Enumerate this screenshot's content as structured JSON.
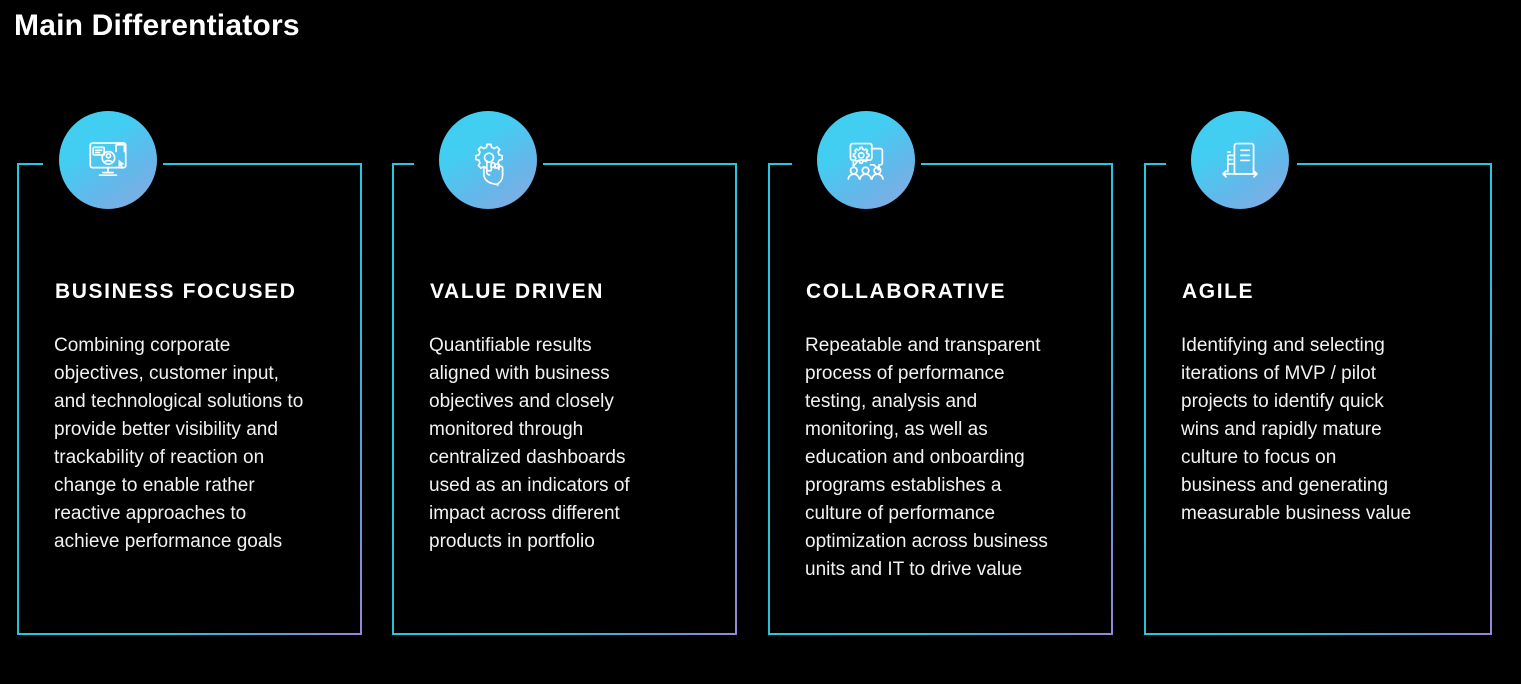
{
  "slide": {
    "title": "Main Differentiators",
    "background_color": "#000000",
    "accent_cyan": "#25c8e0",
    "accent_purple": "#9a86d6",
    "text_color": "#ffffff"
  },
  "cards": [
    {
      "heading": "BUSINESS FOCUSED",
      "body": "Combining corporate\nobjectives, customer input,\nand technological solutions to\nprovide better visibility and\ntrackability of reaction on\nchange to enable rather\nreactive approaches to\nachieve performance goals",
      "icon": "monitor-user-cursor-icon"
    },
    {
      "heading": "VALUE DRIVEN",
      "body": "Quantifiable results\naligned with business\nobjectives and closely\nmonitored through\ncentralized dashboards\nused as an indicators of\nimpact across different\nproducts in portfolio",
      "icon": "gear-hand-tap-icon"
    },
    {
      "heading": "COLLABORATIVE",
      "body": "Repeatable and transparent\nprocess of performance\ntesting, analysis and\nmonitoring, as well as\neducation and onboarding\nprograms establishes a\nculture of performance\noptimization  across business\nunits and IT to drive value",
      "icon": "chat-gear-people-icon"
    },
    {
      "heading": "AGILE",
      "body": "Identifying and selecting\niterations of MVP / pilot\nprojects to identify quick\nwins and rapidly mature\nculture to focus on\nbusiness and generating\nmeasurable business value",
      "icon": "document-iteration-arrows-icon"
    }
  ]
}
